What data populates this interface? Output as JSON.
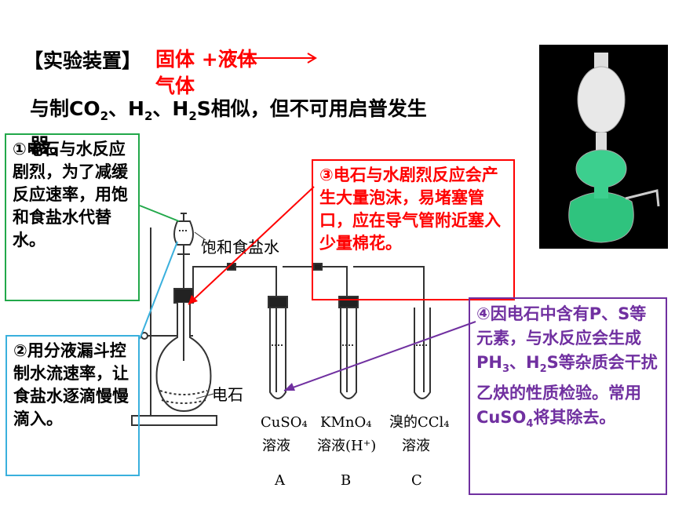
{
  "heading": {
    "title": "【实验装置】",
    "red_line1": "固体 +液体",
    "red_line2": "气体"
  },
  "intro": {
    "part1": "与制CO",
    "sub1": "2",
    "part2": "、H",
    "sub2": "2",
    "part3": "、H",
    "sub3": "2",
    "part4": "S相似，但不可用启普发生器。"
  },
  "note1": {
    "text": "①电石与水反应剧烈，为了减缓反应速率，用饱和食盐水代替水。"
  },
  "note2": {
    "text": "②用分液漏斗控制水流速率，让食盐水逐滴慢慢滴入。"
  },
  "note3": {
    "text": "③电石与水剧烈反应会产生大量泡沫，易堵塞管口，应在导气管附近塞入少量棉花。"
  },
  "note4": {
    "part1": "④因电石中含有P、S等元素，与水反应会生成PH",
    "sub1": "3",
    "part2": "、H",
    "sub2": "2",
    "part3": "S等杂质会干扰乙炔的性质检验。常用CuSO",
    "sub3": "4",
    "part4": "将其除去。"
  },
  "diagram": {
    "label_saltwater": "饱和食盐水",
    "label_carbide": "电石",
    "tube_a_line1": "CuSO₄",
    "tube_a_line2": "溶液",
    "tube_b_line1": "KMnO₄",
    "tube_b_line2": "溶液(H⁺)",
    "tube_c_line1": "溴的CCl₄",
    "tube_c_line2": "溶液",
    "letter_a": "A",
    "letter_b": "B",
    "letter_c": "C"
  },
  "colors": {
    "red": "#ff0000",
    "green": "#22a84a",
    "blue": "#3ab0dd",
    "purple": "#7030a0"
  }
}
